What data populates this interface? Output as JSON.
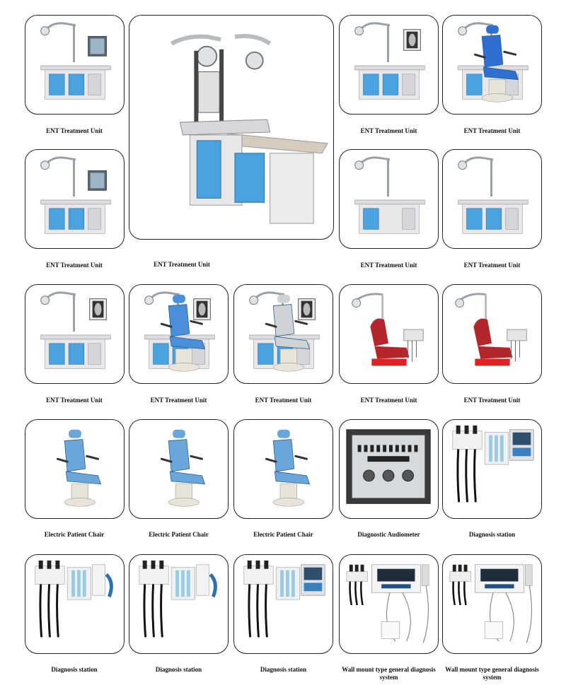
{
  "items": [
    {
      "caption": "ENT Treatment Unit",
      "kind": "ent-monitor"
    },
    {
      "caption": "ENT Treatment Unit",
      "kind": "ent-large"
    },
    {
      "caption": "ENT Treatment Unit",
      "kind": "ent-xray"
    },
    {
      "caption": "ENT Treatment Unit",
      "kind": "ent-chair"
    },
    {
      "caption": "ENT Treatment Unit",
      "kind": "ent-cabinet"
    },
    {
      "caption": "ENT Treatment Unit",
      "kind": "ent-cart"
    },
    {
      "caption": "ENT Treatment Unit",
      "kind": "ent-desk"
    },
    {
      "caption": "ENT Treatment Unit",
      "kind": "ent-workstation"
    },
    {
      "caption": "ENT Treatment Unit",
      "kind": "ent-chair-station"
    },
    {
      "caption": "ENT Treatment Unit",
      "kind": "ent-chair-station2"
    },
    {
      "caption": "ENT Treatment Unit",
      "kind": "dental-red"
    },
    {
      "caption": "ENT Treatment Unit",
      "kind": "dental-red2"
    },
    {
      "caption": "Electric Patient Chair",
      "kind": "chair1"
    },
    {
      "caption": "Electric Patient Chair",
      "kind": "chair2"
    },
    {
      "caption": "Electric Patient Chair",
      "kind": "chair3"
    },
    {
      "caption": "Diagnostic Audiometer",
      "kind": "audiometer"
    },
    {
      "caption": "Diagnosis station",
      "kind": "diag-screen"
    },
    {
      "caption": "Diagnosis station",
      "kind": "diag1"
    },
    {
      "caption": "Diagnosis station",
      "kind": "diag2"
    },
    {
      "caption": "Diagnosis station",
      "kind": "diag-screen2"
    },
    {
      "caption": "Wall mount  type general diagnosis system",
      "kind": "wall1"
    },
    {
      "caption": "Wall mount  type general diagnosis system",
      "kind": "wall2"
    }
  ],
  "colors": {
    "accent_blue": "#4aa3df",
    "chair_red": "#b3262b",
    "cabinet": "#e8e8ea",
    "metal": "#9aa0a6"
  }
}
